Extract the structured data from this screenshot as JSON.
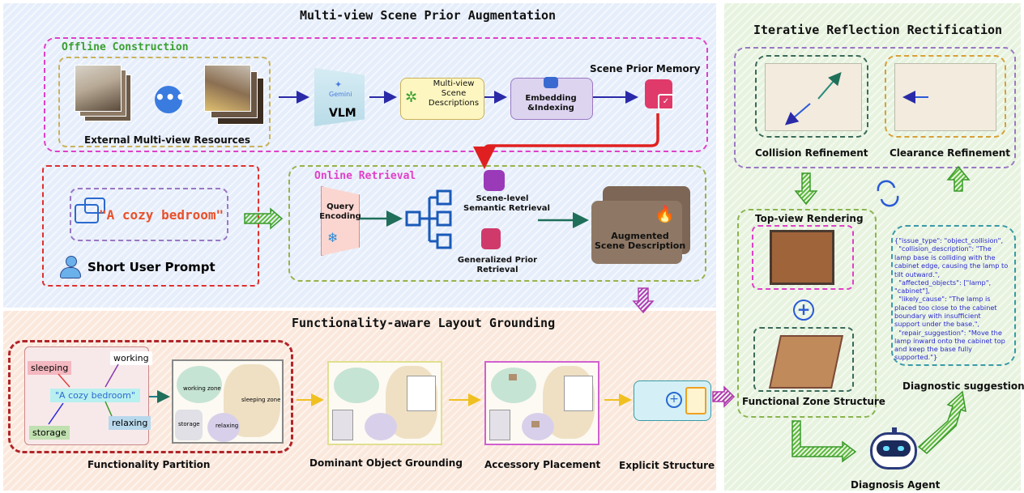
{
  "sections": {
    "msp": "Multi-view Scene Prior Augmentation",
    "flg": "Functionality-aware Layout Grounding",
    "irr": "Iterative Reflection Rectification"
  },
  "offline": {
    "title": "Offline Construction",
    "resources": "External Multi-view Resources",
    "gemini": "Gemini",
    "vlm": "VLM",
    "descriptions": "Multi-view\nScene\nDescriptions",
    "embedding": "Embedding\n&Indexing",
    "memory": "Scene Prior Memory"
  },
  "online": {
    "title": "Online Retrieval",
    "query": "Query\nEncoding",
    "semantic": "Scene-level\nSemantic Retrieval",
    "generalized": "Generalized Prior\nRetrieval",
    "augmented": "Augmented\nScene Description"
  },
  "prompt": {
    "text": "\"A cozy bedroom\"",
    "label": "Short User Prompt"
  },
  "layout": {
    "nodes": [
      "sleeping",
      "working",
      "\"A cozy bedroom\"",
      "relaxing",
      "storage"
    ],
    "zones": [
      "working zone",
      "sleeping zone",
      "storage",
      "relaxing"
    ],
    "stages": [
      "Functionality  Partition",
      "Dominant Object Grounding",
      "Accessory Placement",
      "Explicit Structure"
    ]
  },
  "reflection": {
    "collision": "Collision Refinement",
    "clearance": "Clearance Refinement",
    "topview": "Top-view Rendering",
    "zone_structure": "Functional Zone Structure",
    "diag_suggestions": "Diagnostic suggestions",
    "agent": "Diagnosis Agent",
    "json_lines": [
      "{\"issue_type\": \"object_collision\",",
      "  \"collision_description\": \"The",
      "lamp base is colliding with the",
      "cabinet edge, causing the lamp to",
      "tilt outward.\",",
      "  \"affected_objects\": [\"lamp\",",
      "\"cabinet\"],",
      "  \"likely_cause\": \"The lamp is",
      "placed too close to the cabinet",
      "boundary with insufficient",
      "support under the base.\",",
      "  \"repair_suggestion\": \"Move the",
      "lamp inward onto the cabinet top",
      "and keep the base fully",
      "supported.\"}"
    ]
  },
  "colors": {
    "magenta": "#e040c8",
    "olive": "#c9b25a",
    "red": "#e03030",
    "green_dash": "#9ab24a",
    "purple_dash": "#9a78c2",
    "teal_dash": "#3a9aa8",
    "arrow_navy": "#2a2aa8",
    "arrow_teal": "#1f6f5a"
  }
}
